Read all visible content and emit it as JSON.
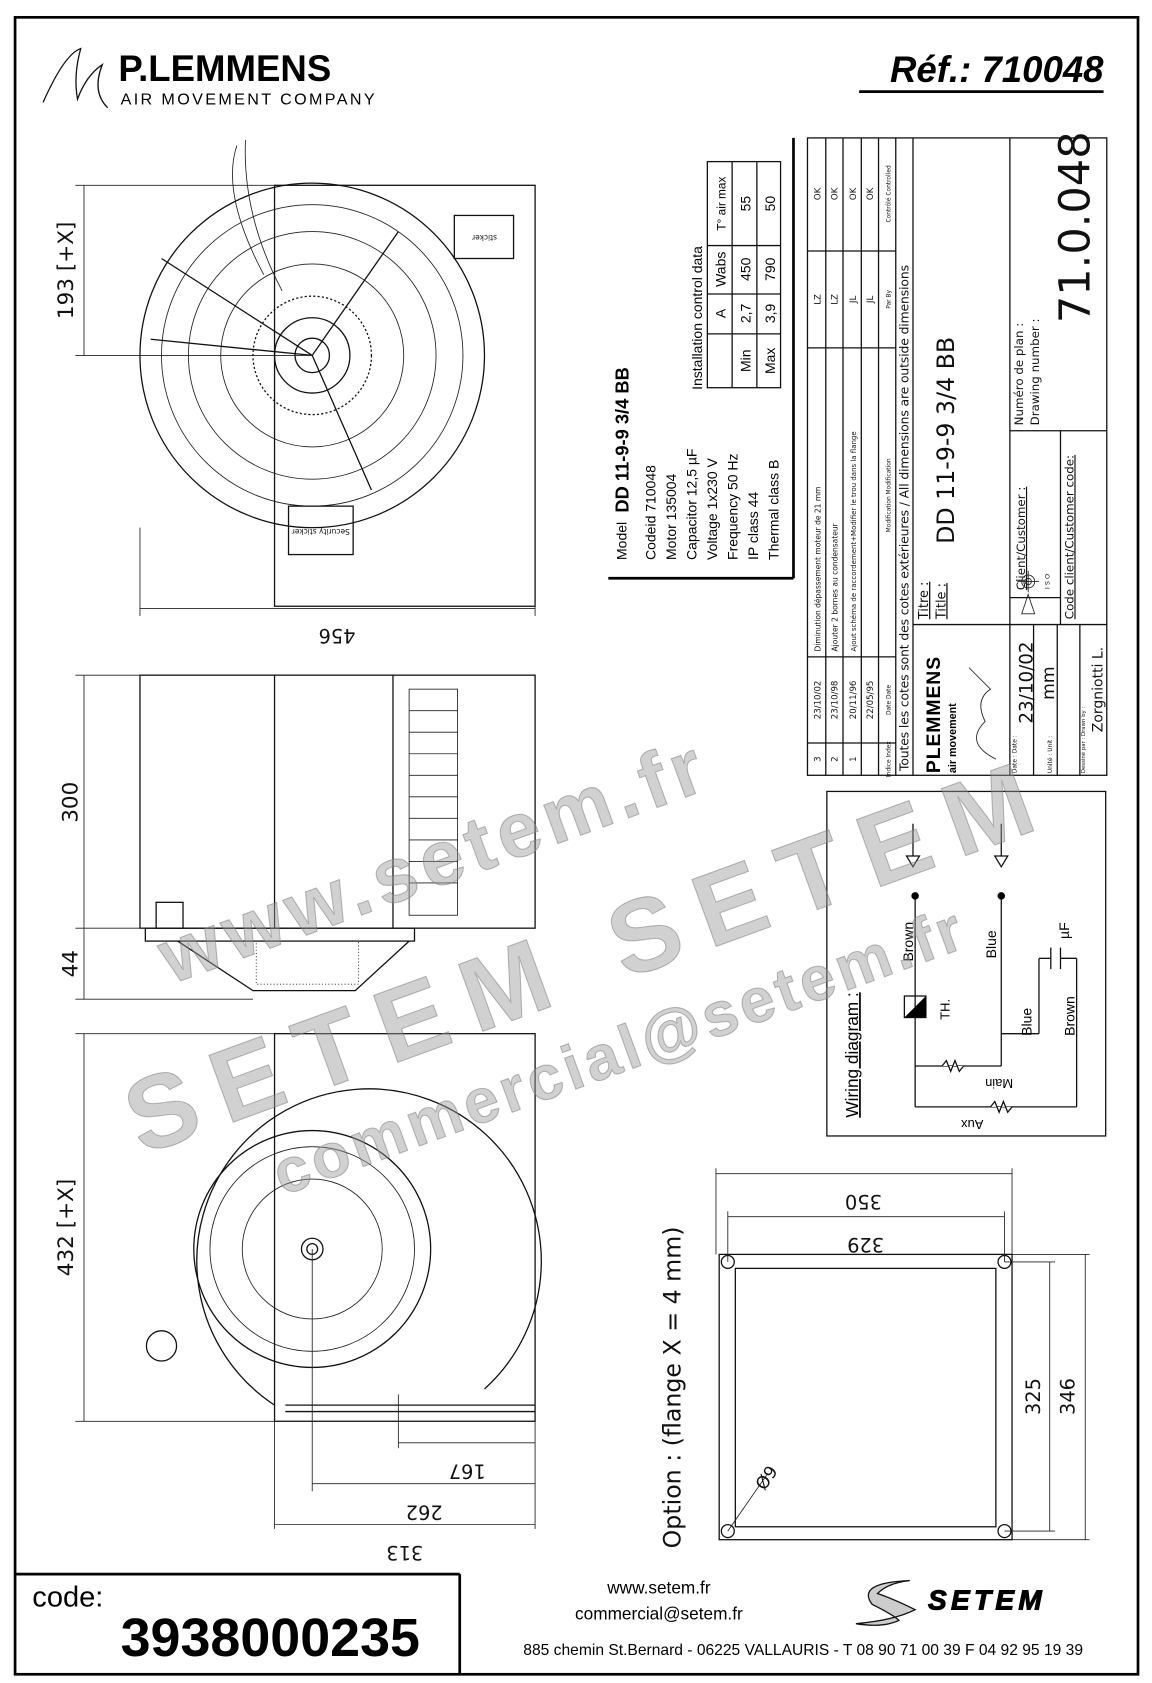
{
  "header": {
    "brand": "P.LEMMENS",
    "tagline": "AIR MOVEMENT COMPANY",
    "reference": "Réf.: 710048"
  },
  "top_view": {
    "dim_height": "193 [+X]",
    "dim_width": "456",
    "sticker_label": "Security sticker",
    "sticker_label_2": "sticker"
  },
  "side_view": {
    "dim_body": "300",
    "dim_motor": "44"
  },
  "bottom_view": {
    "dim_height": "432 [+X]",
    "dim_a": "167",
    "dim_b": "262",
    "dim_c": "313"
  },
  "specs": {
    "model_label": "Model",
    "model": "DD 11-9-9 3/4 BB",
    "lines": [
      "Codeid 710048",
      "Motor 135004",
      "Capacitor 12,5 µF",
      "Voltage 1x230 V",
      "Frequency 50 Hz",
      "IP class 44",
      "Thermal class B"
    ],
    "table_title": "Installation control data",
    "table_headers": [
      "",
      "A",
      "Wabs",
      "T° air max"
    ],
    "table_rows": [
      [
        "Min",
        "2,7",
        "450",
        "55"
      ],
      [
        "Max",
        "3,9",
        "790",
        "50"
      ]
    ]
  },
  "title_block": {
    "revisions": [
      {
        "index": "3",
        "date": "23/10/02",
        "modification": "Diminution dépassement moteur de 21 mm",
        "by": "LZ",
        "controlled": "OK"
      },
      {
        "index": "2",
        "date": "23/10/98",
        "modification": "Ajouter 2 bornes au condensateur",
        "by": "LZ",
        "controlled": "OK"
      },
      {
        "index": "1",
        "date": "20/11/96",
        "modification": "Ajout schéma de raccordement+Modifier le trou dans la flange",
        "by": "JL",
        "controlled": "OK"
      },
      {
        "index": "",
        "date": "22/05/95",
        "modification": "",
        "by": "JL",
        "controlled": "OK"
      }
    ],
    "col_index": "Indice Index",
    "col_date": "Date Date",
    "col_modification": "Modification Modification",
    "col_by": "Par By",
    "col_controlled": "Contrôlé Controlled",
    "note": "Toutes les cotes sont des cotes extérieures / All dimensions are outside dimensions",
    "titre_label": "Titre :",
    "title_label": "Title :",
    "title": "DD 11-9-9 3/4 BB",
    "client_label": "Client/Customer :",
    "client_code_label": "Code client/Customer code:",
    "iso_label": "I S O",
    "drawing_number_label_fr": "Numéro de plan :",
    "drawing_number_label_en": "Drawing number :",
    "drawing_number": "71.0.048",
    "logo_text": "PLEMMENS",
    "logo_sub": "air movement",
    "date_label": "Date : Date :",
    "date": "23/10/02",
    "unit_label": "Unité : Unit :",
    "unit": "mm",
    "drawn_label": "Dessiné par : Drawn by :",
    "drawn_by": "Zorgniotti L."
  },
  "wiring": {
    "title": "Wiring diagram :",
    "brown": "Brown",
    "blue": "Blue",
    "capacitor": "µF",
    "thermal": "TH.",
    "blue_2": "Blue",
    "brown_2": "Brown",
    "main": "Main",
    "aux": "Aux"
  },
  "flange": {
    "option": "Option : (flange X = 4 mm)",
    "dim_outer_w": "350",
    "dim_inner_w": "329",
    "dim_inner_h": "325",
    "dim_outer_h": "346",
    "hole": "Ø9"
  },
  "watermark": {
    "line1": "www.setem.fr",
    "line2": "SETEM SETEM",
    "line3": "commercial@setem.fr"
  },
  "footer": {
    "code_label": "code:",
    "code": "3938000235",
    "website": "www.setem.fr",
    "email": "commercial@setem.fr",
    "address": "885 chemin St.Bernard  -  06225 VALLAURIS  -  T 08 90 71 00 39   F 04 92 95 19 39",
    "dealer_logo": "SETEM"
  }
}
